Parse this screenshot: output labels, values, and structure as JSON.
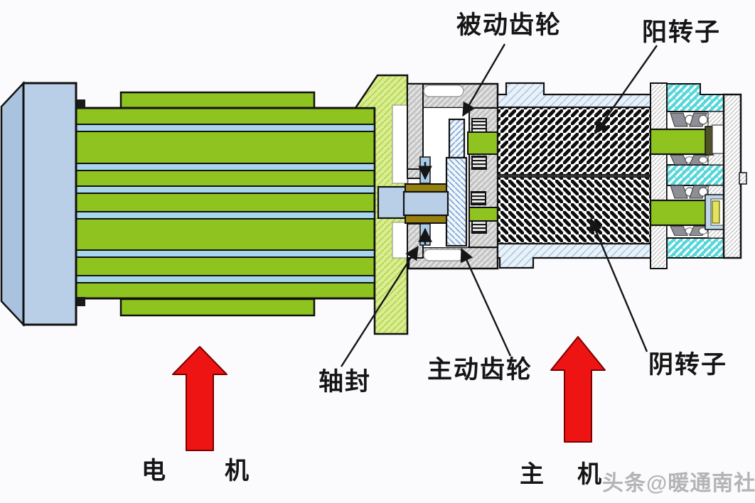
{
  "diagram": {
    "callouts": {
      "driven_gear": "被动齿轮",
      "male_rotor": "阳转子",
      "shaft_seal": "轴封",
      "driving_gear": "主动齿轮",
      "female_rotor": "阴转子"
    },
    "flow_labels": {
      "motor_left": "电",
      "motor_right": "机",
      "main_left": "主",
      "main_right": "机"
    },
    "watermark": "头条@暖通南社",
    "colors": {
      "motor_green": "#8fc31f",
      "stripe_blue": "#a8d4ec",
      "end_cap_blue": "#b9cfe8",
      "flange_green": "#d9ee8e",
      "housing_gray": "#c6c6c6",
      "rotor_casing_blue": "#e9f1f9",
      "bearing_cyan": "#55d6d8",
      "coupling_key_olive": "#96800f",
      "arrow_red": "#ee1414",
      "watermark_gray": "#a8a8a8"
    }
  }
}
